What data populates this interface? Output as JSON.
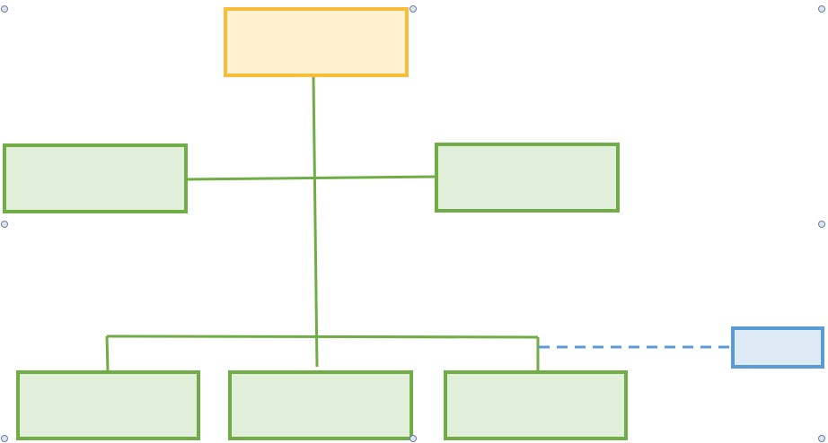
{
  "diagram": {
    "type": "org-chart",
    "colors": {
      "root_fill": "#FFF2D0",
      "root_stroke": "#F8BD3A",
      "node_fill": "#E2EFDA",
      "node_stroke": "#70AD47",
      "connector": "#70AD47",
      "assistant_fill": "#DEEAF6",
      "assistant_stroke": "#5B9BD5",
      "assistant_connector": "#5B9BD5",
      "handle_fill": "#DCE6F2",
      "handle_stroke": "#6A7F9F"
    },
    "nodes": [
      {
        "id": "root",
        "label": ""
      },
      {
        "id": "left-mid",
        "label": ""
      },
      {
        "id": "right-mid",
        "label": ""
      },
      {
        "id": "bottom-1",
        "label": ""
      },
      {
        "id": "bottom-2",
        "label": ""
      },
      {
        "id": "bottom-3",
        "label": ""
      },
      {
        "id": "side-assistant",
        "label": ""
      }
    ],
    "connectors": [
      {
        "from": "root",
        "to": "bottom-2",
        "style": "solid"
      },
      {
        "from": "left-mid",
        "to": "right-mid",
        "style": "solid"
      },
      {
        "from": "bottom-1",
        "to": "bottom-3",
        "style": "solid"
      },
      {
        "from": "bottom-3",
        "to": "side-assistant",
        "style": "dashed"
      }
    ]
  }
}
